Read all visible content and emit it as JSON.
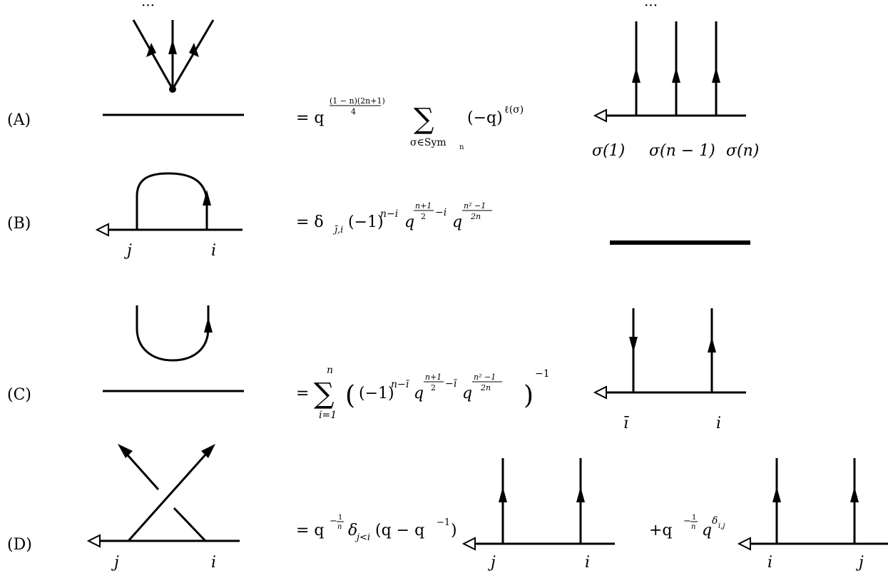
{
  "rows": [
    {
      "label": "(A)",
      "dots_left": "···",
      "dots_right": "···",
      "eq": {
        "pre": "= q",
        "exp": "(1 − n)(2n+1)",
        "exp_den": "4",
        "sum": "∑",
        "sum_sub": "σ∈Sym",
        "sum_sub_n": "n",
        "term": "(−q)",
        "term_exp": "ℓ(σ)"
      },
      "labels": [
        "σ(1)",
        "σ(n − 1)",
        "σ(n)"
      ]
    },
    {
      "label": "(B)",
      "eq": {
        "pre": "= δ",
        "sub": "j̄,i",
        "mid": "(−1)",
        "mid_exp": "n−i",
        "q1": "q",
        "q1_exp_num": "n+1",
        "q1_exp_den": "2",
        "q1_exp_tail": "−i",
        "q2": "q",
        "q2_exp_num": "n² −1",
        "q2_exp_den": "2n"
      },
      "labels": [
        "j",
        "i"
      ]
    },
    {
      "label": "(C)",
      "eq": {
        "pre": "=",
        "sum": "∑",
        "sum_top": "n",
        "sum_sub": "i=1",
        "open": "(",
        "body": "(−1)",
        "body_exp": "n−ī",
        "q1": "q",
        "q1_exp_num": "n+1",
        "q1_exp_den": "2",
        "q1_exp_tail": "−ī",
        "q2": "q",
        "q2_exp_num": "n² −1",
        "q2_exp_den": "2n",
        "close": ")",
        "outer_exp": "−1"
      },
      "labels": [
        "ī",
        "i"
      ]
    },
    {
      "label": "(D)",
      "eq": {
        "pre": "= q",
        "exp": "−",
        "exp_num": "1",
        "exp_den": "n",
        "delta": "δ",
        "delta_sub": "j<i",
        "paren": "(q − q",
        "paren_exp": "−1",
        "paren_close": ")",
        "plus": "+q",
        "plus_exp": "−",
        "plus_exp_num": "1",
        "plus_exp_den": "n",
        "q2": "q",
        "q2_exp": "δ",
        "q2_exp_sub": "i,j"
      },
      "labels_left": [
        "j",
        "i"
      ],
      "labels_mid": [
        "j",
        "i"
      ],
      "labels_right": [
        "i",
        "j"
      ]
    }
  ],
  "colors": {
    "ink": "#000000",
    "background": "#ffffff"
  }
}
